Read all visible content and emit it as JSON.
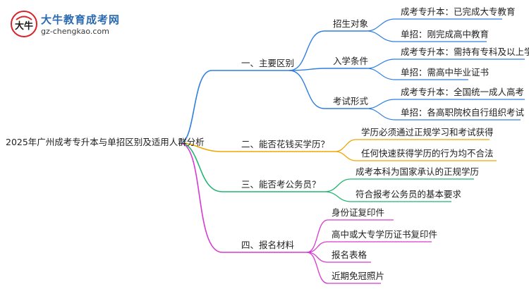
{
  "brand": {
    "name": "大牛教育成考网",
    "url": "gz-chengkao.com",
    "mark_text": "大牛",
    "colors": {
      "blue": "#2a6ab0",
      "red": "#d8232a"
    }
  },
  "colors": {
    "branch1": "#2f7fe0",
    "branch2": "#f0a500",
    "branch3": "#22b573",
    "branch4": "#d63ad0"
  },
  "root": {
    "label": "2025年广州成考专升本与单招区别及适用人群分析"
  },
  "branches": [
    {
      "label": "一、主要区别",
      "children": [
        {
          "label": "招生对象",
          "children": [
            "成考专升本：已完成大专教育",
            "单招：刚完成高中教育"
          ]
        },
        {
          "label": "入学条件",
          "children": [
            "成考专升本：需持有专科及以上学历",
            "单招：需高中毕业证书"
          ]
        },
        {
          "label": "考试形式",
          "children": [
            "成考专升本：全国统一成人高考",
            "单招：各高职院校自行组织考试"
          ]
        }
      ]
    },
    {
      "label": "二、能否花钱买学历？",
      "children": [
        {
          "label": "学历必须通过正规学习和考试获得"
        },
        {
          "label": "任何快速获得学历的行为均不合法"
        }
      ]
    },
    {
      "label": "三、能否考公务员？",
      "children": [
        {
          "label": "成考本科为国家承认的正规学历"
        },
        {
          "label": "符合报考公务员的基本要求"
        }
      ]
    },
    {
      "label": "四、报名材料",
      "children": [
        {
          "label": "身份证复印件"
        },
        {
          "label": "高中或大专学历证书复印件"
        },
        {
          "label": "报名表格"
        },
        {
          "label": "近期免冠照片"
        }
      ]
    }
  ]
}
